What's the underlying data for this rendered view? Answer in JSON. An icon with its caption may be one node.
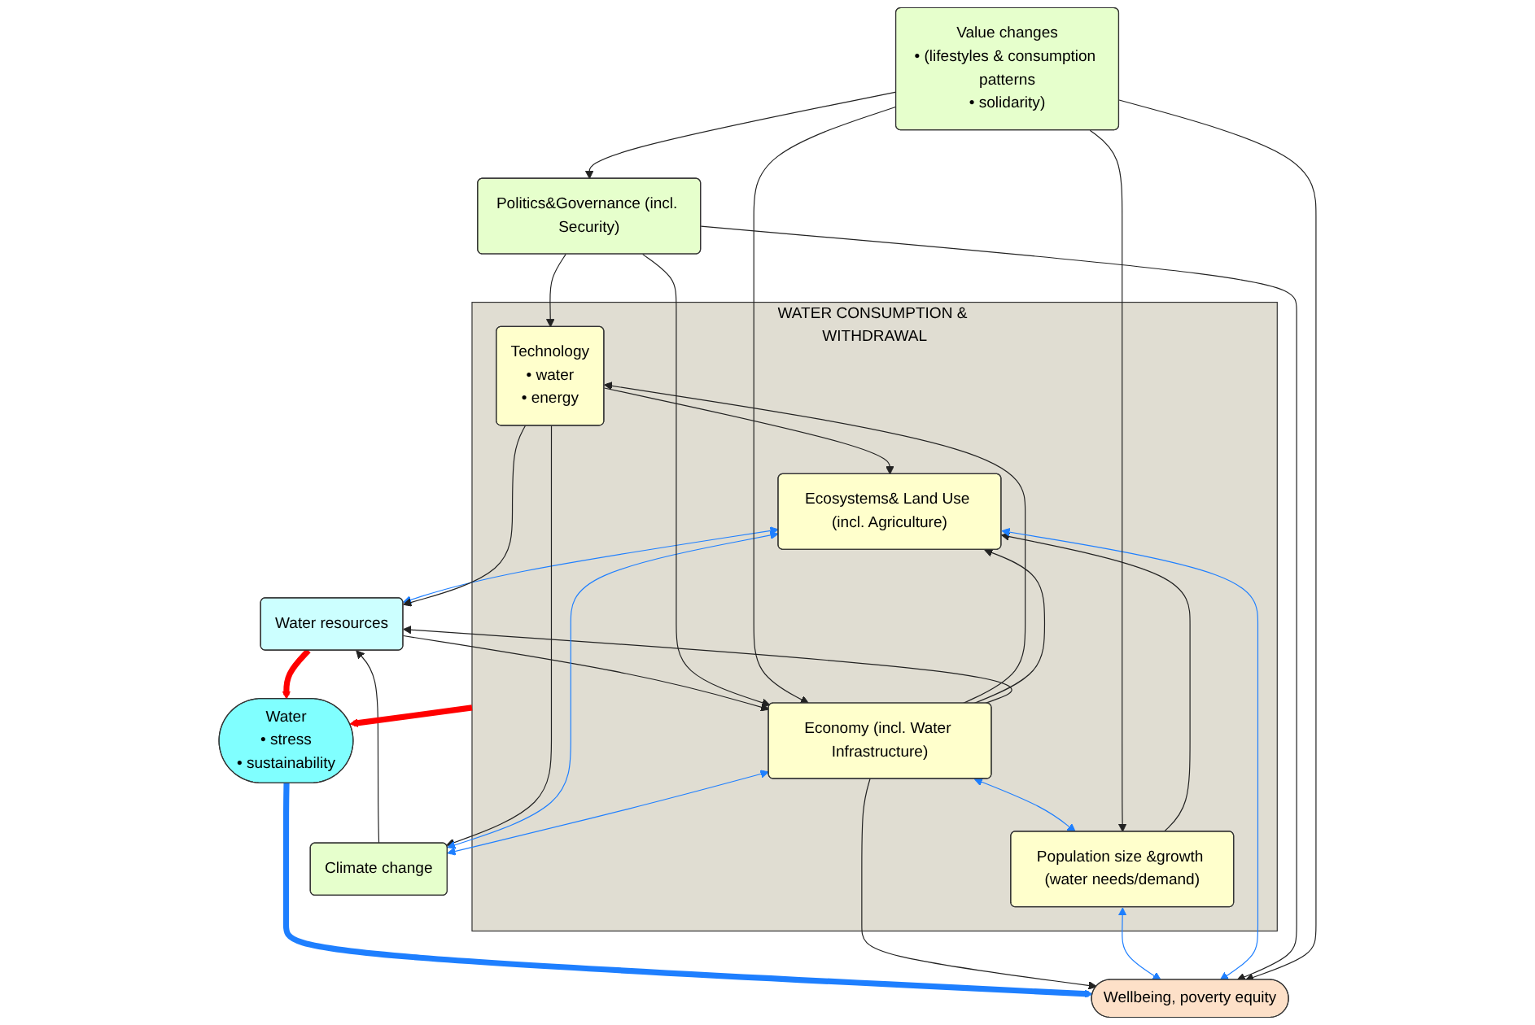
{
  "diagram": {
    "nodes": [
      {
        "text": [
          "WATER CONSUMPTION & WITHDRAWAL"
        ]
      },
      {
        "text": [
          "Water",
          "• stress",
          "• sustainability"
        ]
      },
      {
        "text": [
          "Technology",
          "• water",
          "• energy"
        ],
        "in": 0
      },
      {
        "text": [
          "Economy (incl. Water Infrastructure)"
        ],
        "in": 0
      },
      {
        "text": [
          "Population size &growth (water needs/demand)"
        ],
        "in": 0
      },
      {
        "text": [
          "Ecosystems& Land Use (incl. Agriculture)"
        ],
        "in": 0
      },
      {
        "text": [
          "Water resources"
        ]
      },
      {
        "text": [
          "Wellbeing, poverty equity"
        ]
      },
      {
        "text": [
          "Politics&Governance (incl. Security)"
        ]
      },
      {
        "text": [
          "Value changes",
          "• (lifestyles & consumption patterns",
          "• solidarity)"
        ]
      },
      {
        "text": [
          "Climate change"
        ]
      }
    ],
    "edges": [
      {
        "from": 0,
        "to": 1,
        "arrow": "to",
        "style": "thick",
        "color": "#ff0000"
      },
      {
        "from": 6,
        "to": 1,
        "arrow": "to",
        "style": "thick",
        "color": "#ff0000"
      },
      {
        "from": 1,
        "to": 7,
        "arrow": "to",
        "style": "thick",
        "color": "#1e7fff"
      },
      {
        "from": 3,
        "to": 2,
        "arrow": "to"
      },
      {
        "from": 3,
        "to": 4,
        "arrow": "both",
        "color": "#1e7fff"
      },
      {
        "from": 4,
        "to": 5,
        "arrow": "to"
      },
      {
        "from": 5,
        "to": 6,
        "arrow": "both",
        "color": "#1e7fff"
      },
      {
        "from": 2,
        "to": 5,
        "arrow": "to"
      },
      {
        "from": 6,
        "to": 3,
        "arrow": "to"
      },
      {
        "from": 3,
        "to": 5,
        "arrow": "to"
      },
      {
        "from": 2,
        "to": 6,
        "arrow": "to"
      },
      {
        "from": 3,
        "to": 6,
        "arrow": "to"
      },
      {
        "from": 2,
        "to": 10,
        "arrow": "to"
      },
      {
        "from": 3,
        "to": 7,
        "arrow": "to"
      },
      {
        "from": 4,
        "to": 7,
        "arrow": "both",
        "color": "#1e7fff"
      },
      {
        "from": 5,
        "to": 7,
        "arrow": "both",
        "color": "#1e7fff"
      },
      {
        "from": 5,
        "to": 10,
        "arrow": "both",
        "color": "#1e7fff"
      },
      {
        "from": 3,
        "to": 10,
        "arrow": "both",
        "color": "#1e7fff"
      },
      {
        "from": 10,
        "to": 6,
        "arrow": "to"
      },
      {
        "from": 8,
        "to": 2,
        "arrow": "to"
      },
      {
        "from": 8,
        "to": 3,
        "arrow": "to"
      },
      {
        "from": 8,
        "to": 7,
        "arrow": "to"
      },
      {
        "from": 9,
        "to": 7,
        "arrow": "to"
      },
      {
        "from": 9,
        "to": 8,
        "arrow": "to"
      },
      {
        "from": 9,
        "to": 3,
        "arrow": "to"
      },
      {
        "from": 9,
        "to": 4,
        "arrow": "to"
      }
    ]
  }
}
